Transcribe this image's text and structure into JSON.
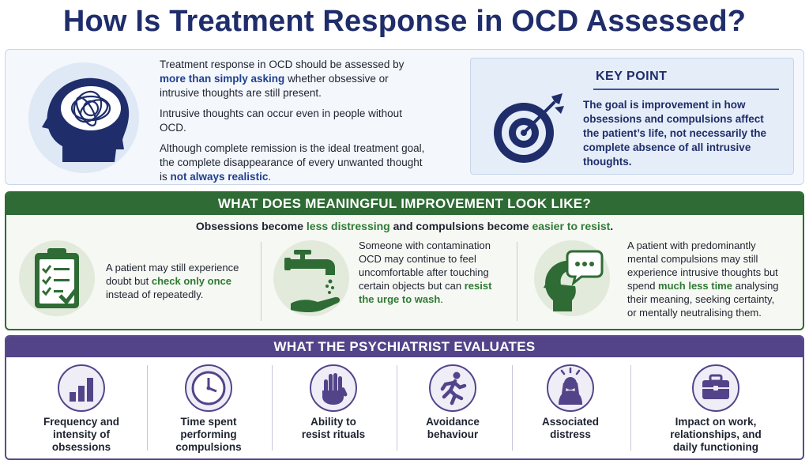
{
  "title": "How Is Treatment Response in OCD Assessed?",
  "intro": {
    "p1_a": "Treatment response in OCD should be assessed by",
    "p1_b": "more than simply asking",
    "p1_c": "whether obsessive or intrusive thoughts are still present.",
    "p2": "Intrusive thoughts can occur even in people without OCD.",
    "p3_a": "Although complete remission is the ideal treatment goal, the complete disappearance of every unwanted thought is",
    "p3_b": "not always realistic",
    "p3_c": "."
  },
  "key_point": {
    "title": "KEY POINT",
    "text": "The goal is improvement in how obsessions and compulsions affect the patient’s life, not necessarily the complete absence of all intrusive thoughts."
  },
  "improvement": {
    "header": "WHAT DOES MEANINGFUL IMPROVEMENT LOOK LIKE?",
    "sub_a": "Obsessions become",
    "sub_b": "less distressing",
    "sub_c": "and compulsions become",
    "sub_d": "easier to resist",
    "sub_e": ".",
    "examples": [
      {
        "icon": "clipboard-checklist-icon",
        "a": "A patient may still experience doubt but",
        "b": "check only once",
        "c": "instead of repeatedly."
      },
      {
        "icon": "faucet-hand-icon",
        "a": "Someone with contamination OCD may continue to feel uncomfortable after touching certain objects but can",
        "b": "resist the urge to wash",
        "c": "."
      },
      {
        "icon": "head-thought-bubble-icon",
        "a": "A patient with predominantly mental compulsions may still experience intrusive thoughts but spend",
        "b": "much less time",
        "c": "analysing their meaning, seeking certainty, or mentally neutralising them."
      }
    ]
  },
  "evaluates": {
    "header": "WHAT THE PSYCHIATRIST EVALUATES",
    "items": [
      {
        "icon": "bar-chart-icon",
        "label_1": "Frequency and",
        "label_2": "intensity of",
        "label_3": "obsessions"
      },
      {
        "icon": "clock-icon",
        "label_1": "Time spent",
        "label_2": "performing",
        "label_3": "compulsions"
      },
      {
        "icon": "raised-hand-icon",
        "label_1": "Ability to",
        "label_2": "resist rituals",
        "label_3": ""
      },
      {
        "icon": "running-person-icon",
        "label_1": "Avoidance",
        "label_2": "behaviour",
        "label_3": ""
      },
      {
        "icon": "distressed-person-icon",
        "label_1": "Associated",
        "label_2": "distress",
        "label_3": ""
      },
      {
        "icon": "briefcase-icon",
        "label_1": "Impact on work,",
        "label_2": "relationships, and",
        "label_3": "daily functioning"
      }
    ]
  },
  "colors": {
    "navy": "#1f2d6b",
    "green": "#2f6b34",
    "purple": "#53448a"
  }
}
